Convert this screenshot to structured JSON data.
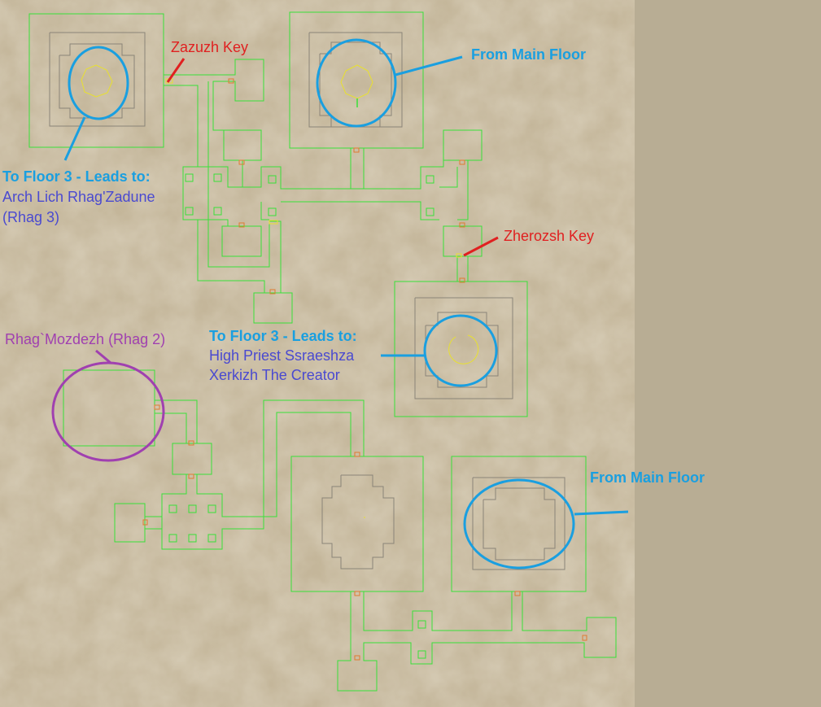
{
  "colors": {
    "background": "#c4b69a",
    "right_margin": "#b8ad94",
    "wall": "#39e039",
    "inner_wall": "#8a8478",
    "marker_blue": "#1a9fe0",
    "marker_red": "#e02020",
    "marker_purple": "#a040b0",
    "npc_text": "#4a4ad0",
    "door": "#e07a30",
    "item": "#e8e030"
  },
  "labels": {
    "zazuzh_key": "Zazuzh Key",
    "from_main_floor_top": "From Main Floor",
    "to_floor3_a_title": "To Floor 3 - Leads to:",
    "to_floor3_a_line1": "Arch Lich Rhag'Zadune",
    "to_floor3_a_line2": "(Rhag 3)",
    "zherozsh_key": "Zherozsh Key",
    "rhag_mozdezh": "Rhag`Mozdezh (Rhag 2)",
    "to_floor3_b_title": "To Floor 3 - Leads to:",
    "to_floor3_b_line1": "High Priest Ssraeshza",
    "to_floor3_b_line2": "Xerkizh The Creator",
    "from_main_floor_bottom": "From Main Floor"
  },
  "icons": {
    "marker_shape": "ellipse-marker",
    "pointer_shape": "line-pointer",
    "door_shape": "door-square"
  }
}
